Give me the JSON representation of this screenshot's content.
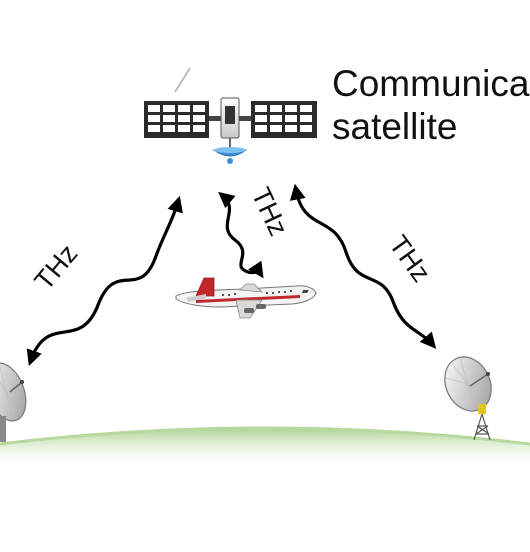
{
  "diagram": {
    "title_line1": "Communica",
    "title_line2": "satellite",
    "link_left": "THz",
    "link_middle": "THz",
    "link_right": "THz"
  },
  "icons": {
    "satellite": "satellite-icon",
    "airplane": "airplane-icon",
    "left_station": "satellite-dish-icon",
    "right_station": "satellite-dish-icon"
  },
  "colors": {
    "ground": "#a9d18e",
    "panel": "#2b2b2b",
    "airplane_tail": "#c0282d",
    "signal": "#000000"
  }
}
